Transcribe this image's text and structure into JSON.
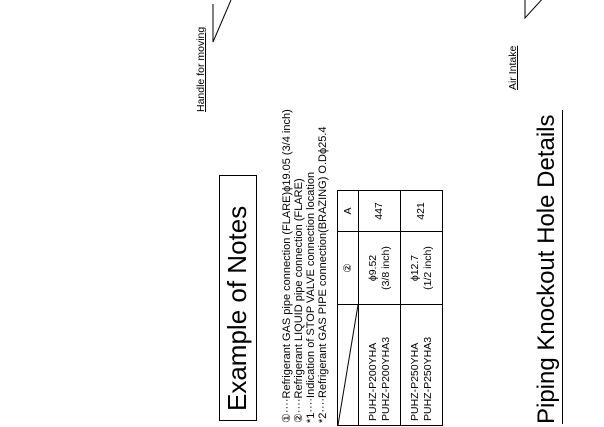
{
  "labels": {
    "handle": "Handle for moving",
    "air_intake": "Air Intake"
  },
  "title": "Example of Notes",
  "notes": [
    "①····Refrigerant GAS pipe connection (FLARE)ϕ19.05 (3/4 inch)",
    "②····Refrigerant LIQUID pipe connection (FLARE)",
    "*1····Indication of STOP VALVE connection location",
    "*2····Refrigerant GAS PIPE connection(BRAZING) O.Dϕ25.4"
  ],
  "table": {
    "col2_header": "②",
    "colA_header": "A",
    "rows": [
      {
        "model1": "PUHZ-P200YHA",
        "model2": "PUHZ-P200YHA3",
        "c2_line1": "ϕ9.52",
        "c2_line2": "(3/8 inch)",
        "a": "447"
      },
      {
        "model1": "PUHZ-P250YHA",
        "model2": "PUHZ-P250YHA3",
        "c2_line1": "ϕ12.7",
        "c2_line2": "(1/2 inch)",
        "a": "421"
      }
    ]
  },
  "footer_title": "Piping Knockout Hole Details"
}
